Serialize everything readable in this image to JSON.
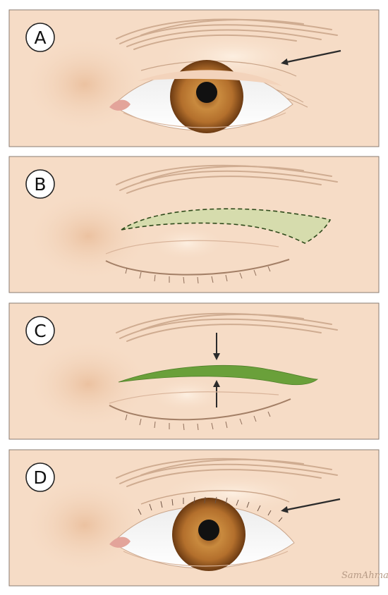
{
  "panels": [
    {
      "id": "A",
      "label": "A",
      "eye_state": "open",
      "has_arrow": true
    },
    {
      "id": "B",
      "label": "B",
      "eye_state": "closed",
      "excision_region": "dashed outline of skin to remove"
    },
    {
      "id": "C",
      "label": "C",
      "eye_state": "closed",
      "closure": "suture line with opposing arrows"
    },
    {
      "id": "D",
      "label": "D",
      "eye_state": "open",
      "has_arrow": true
    }
  ],
  "colors": {
    "skin": "#f6dcc6",
    "panel_border": "#8a7b72",
    "brow": "#c9a488",
    "iris": "#b57433",
    "excision_fill": "#cbdca4",
    "excision_line": "#2f4a1b",
    "suture": "#6aa03a",
    "arrow": "#2b2b2b"
  },
  "signature": "SamAhmad"
}
